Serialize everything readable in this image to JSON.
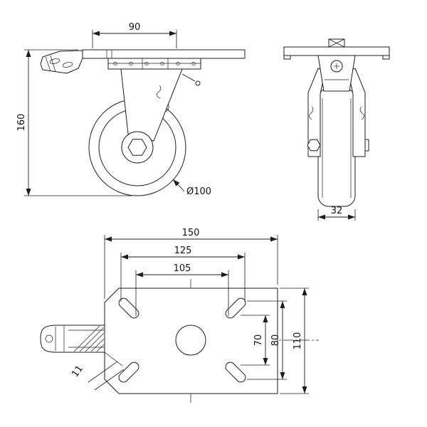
{
  "drawing": {
    "dimensions": {
      "top_offset": "90",
      "overall_height": "160",
      "wheel_diameter": "Ø100",
      "wheel_width": "32",
      "plate_length": "150",
      "hole_span_h_outer": "125",
      "hole_span_h_inner": "105",
      "hole_span_v_inner": "70",
      "hole_span_v_outer": "80",
      "plate_width": "110",
      "slot_width": "11"
    }
  }
}
